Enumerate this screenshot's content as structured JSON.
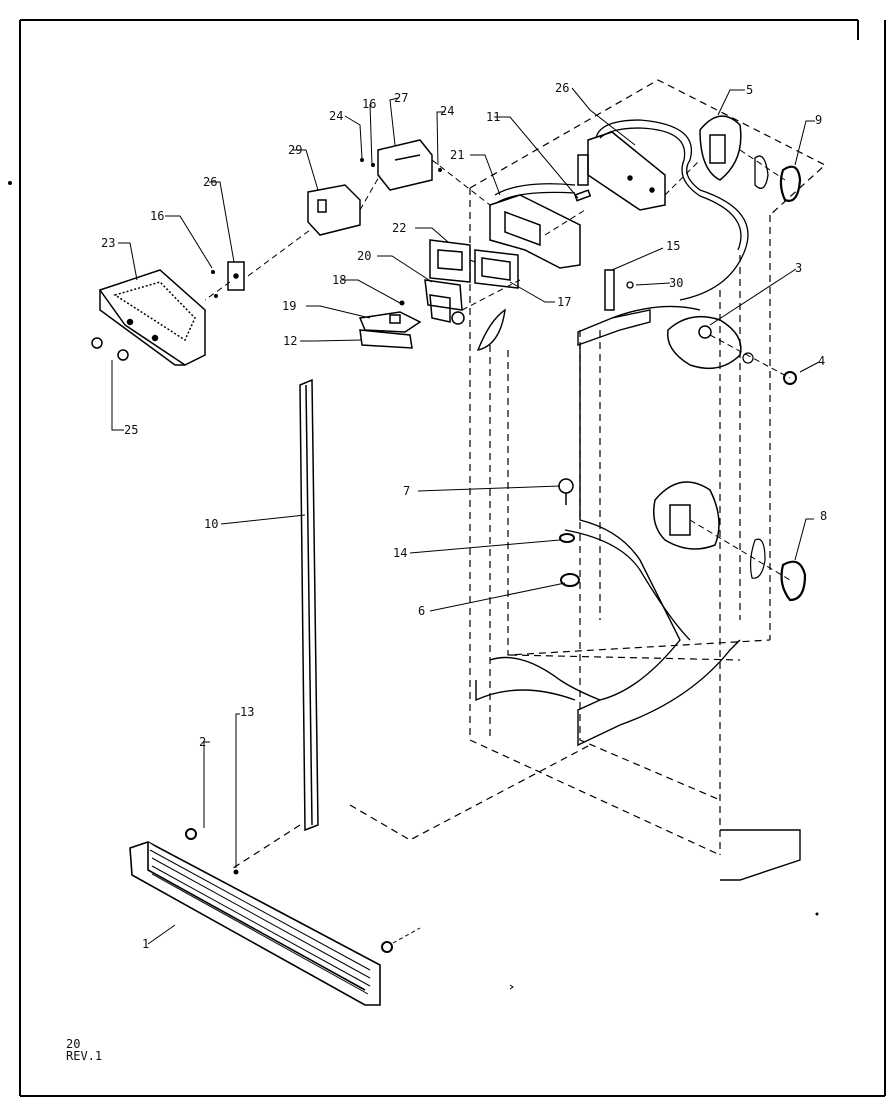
{
  "diagram": {
    "labels": {
      "p1": "1",
      "p2": "2",
      "p3": "3",
      "p4": "4",
      "p5": "5",
      "p6": "6",
      "p7": "7",
      "p8": "8",
      "p9": "9",
      "p10": "10",
      "p11": "11",
      "p12": "12",
      "p13": "13",
      "p14": "14",
      "p15": "15",
      "p16a": "16",
      "p16b": "16",
      "p17": "17",
      "p18": "18",
      "p19": "19",
      "p20": "20",
      "p21": "21",
      "p22": "22",
      "p23": "23",
      "p24a": "24",
      "p24b": "24",
      "p25": "25",
      "p26a": "26",
      "p26b": "26",
      "p27": "27",
      "p29": "29",
      "p30": "30"
    },
    "footer": {
      "page": "20",
      "revision": "REV.1"
    }
  }
}
